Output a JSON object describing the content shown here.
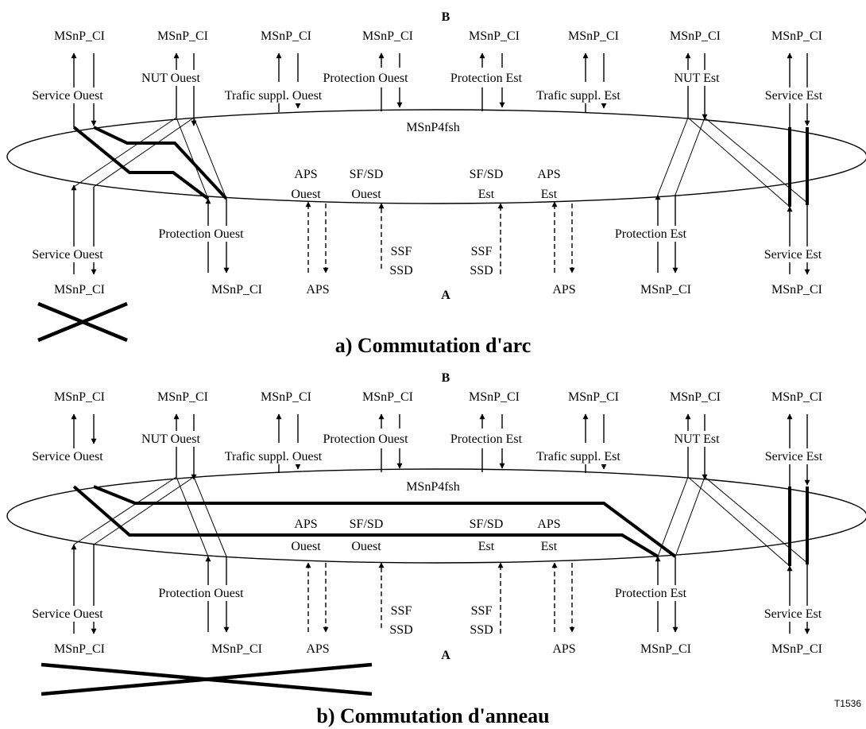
{
  "panel_a": {
    "caption": "a) Commutation d'arc",
    "label_b": "B",
    "label_a": "A",
    "ring_label": "MSnP4fsh",
    "top_ports": [
      "MSnP_CI",
      "MSnP_CI",
      "MSnP_CI",
      "MSnP_CI",
      "MSnP_CI",
      "MSnP_CI",
      "MSnP_CI",
      "MSnP_CI"
    ],
    "top_labels": {
      "service_west": "Service Ouest",
      "nut_west": "NUT Ouest",
      "extra_west": "Trafic suppl. Ouest",
      "prot_west": "Protection Ouest",
      "prot_east": "Protection Est",
      "extra_east": "Trafic suppl. Est",
      "nut_east": "NUT Est",
      "service_east": "Service Est"
    },
    "inner": {
      "aps_w1": "APS",
      "aps_w2": "Ouest",
      "sfsd_w1": "SF/SD",
      "sfsd_w2": "Ouest",
      "sfsd_e1": "SF/SD",
      "sfsd_e2": "Est",
      "aps_e1": "APS",
      "aps_e2": "Est"
    },
    "bottom_labels": {
      "service_west": "Service Ouest",
      "prot_west": "Protection Ouest",
      "ssf_w": "SSF",
      "ssd_w": "SSD",
      "ssf_e": "SSF",
      "ssd_e": "SSD",
      "prot_east": "Protection Est",
      "service_east": "Service Est"
    },
    "bottom_ports": [
      "MSnP_CI",
      "MSnP_CI",
      "APS",
      "APS",
      "MSnP_CI",
      "MSnP_CI"
    ]
  },
  "panel_b": {
    "caption": "b) Commutation d'anneau",
    "label_b": "B",
    "label_a": "A",
    "ring_label": "MSnP4fsh",
    "top_ports": [
      "MSnP_CI",
      "MSnP_CI",
      "MSnP_CI",
      "MSnP_CI",
      "MSnP_CI",
      "MSnP_CI",
      "MSnP_CI",
      "MSnP_CI"
    ],
    "top_labels": {
      "service_west": "Service Ouest",
      "nut_west": "NUT Ouest",
      "extra_west": "Trafic suppl. Ouest",
      "prot_west": "Protection Ouest",
      "prot_east": "Protection Est",
      "extra_east": "Trafic suppl. Est",
      "nut_east": "NUT Est",
      "service_east": "Service Est"
    },
    "inner": {
      "aps_w1": "APS",
      "aps_w2": "Ouest",
      "sfsd_w1": "SF/SD",
      "sfsd_w2": "Ouest",
      "sfsd_e1": "SF/SD",
      "sfsd_e2": "Est",
      "aps_e1": "APS",
      "aps_e2": "Est"
    },
    "bottom_labels": {
      "service_west": "Service Ouest",
      "prot_west": "Protection Ouest",
      "ssf_w": "SSF",
      "ssd_w": "SSD",
      "ssf_e": "SSF",
      "ssd_e": "SSD",
      "prot_east": "Protection Est",
      "service_east": "Service Est"
    },
    "bottom_ports": [
      "MSnP_CI",
      "MSnP_CI",
      "APS",
      "APS",
      "MSnP_CI",
      "MSnP_CI"
    ]
  },
  "figure_ref": "T1536"
}
